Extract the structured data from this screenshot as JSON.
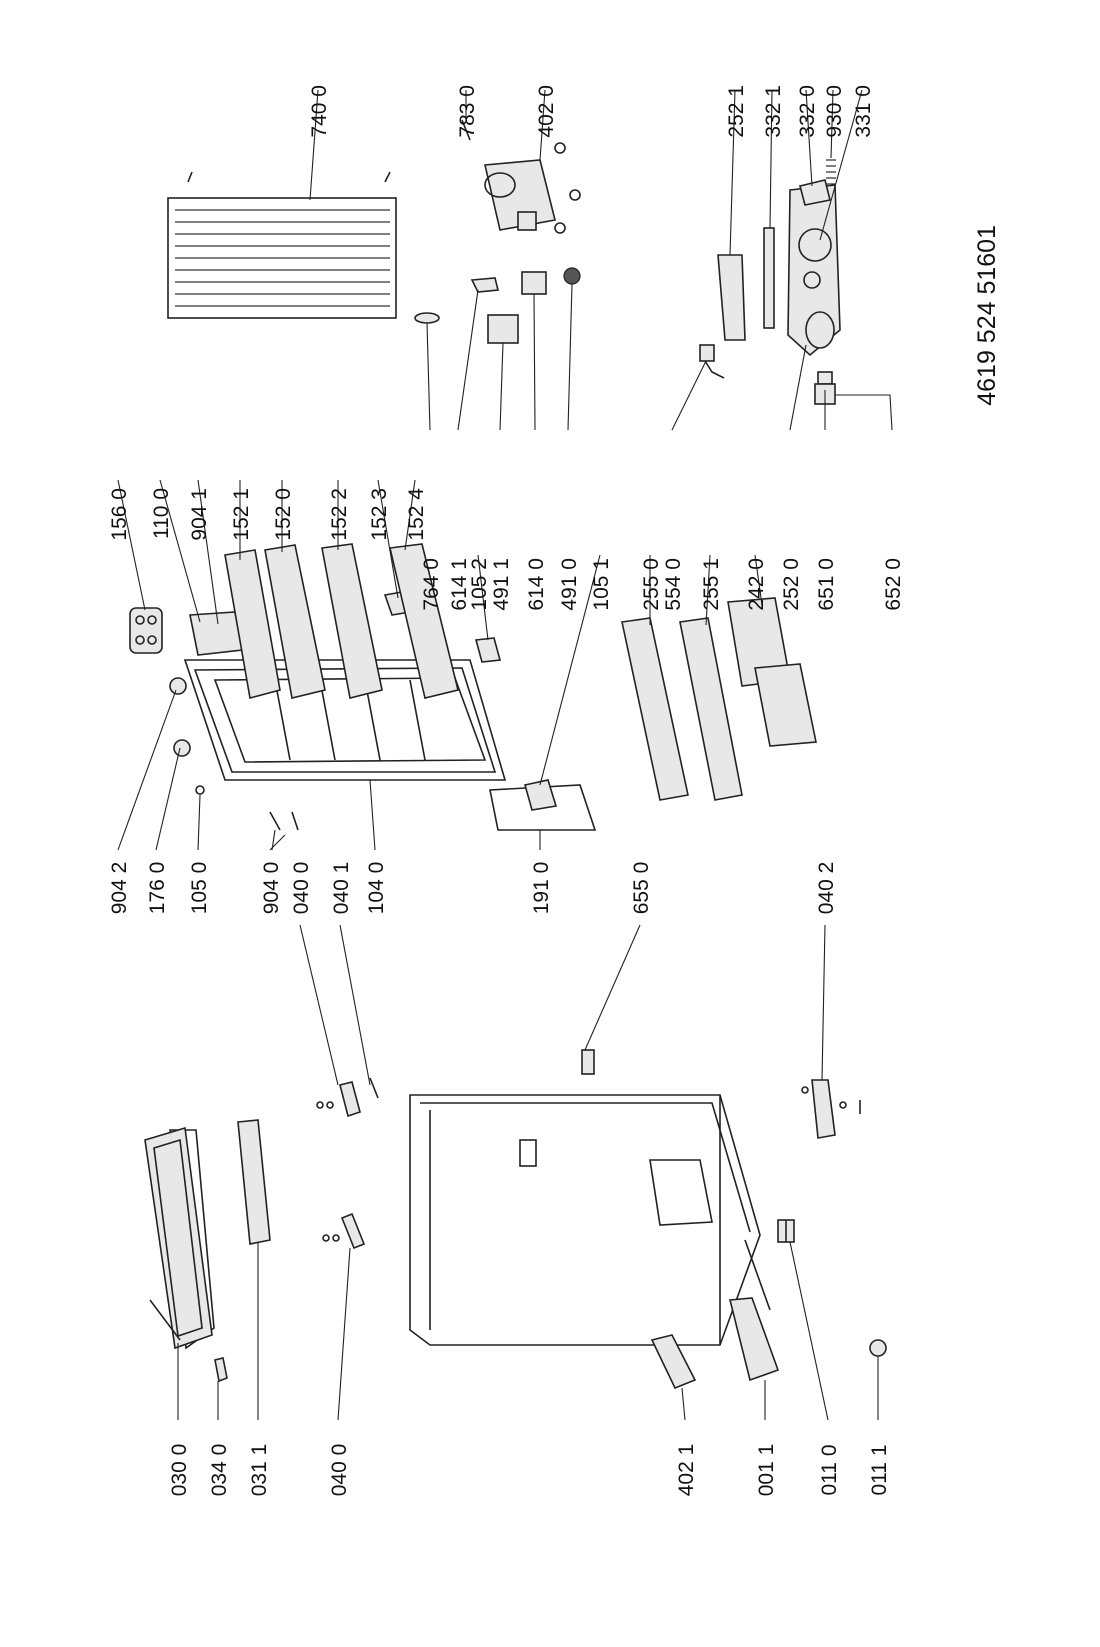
{
  "document_code": "4619 524 51601",
  "labels": {
    "l_0300": "030 0",
    "l_0340": "034 0",
    "l_0311": "031 1",
    "l_0400a": "040 0",
    "l_4021": "402 1",
    "l_0011": "001 1",
    "l_0110": "011 0",
    "l_0111": "011 1",
    "l_9042": "904 2",
    "l_1760": "176 0",
    "l_1050": "105 0",
    "l_9040": "904 0",
    "l_0400b": "040 0",
    "l_0401": "040 1",
    "l_1040": "104 0",
    "l_1910": "191 0",
    "l_6550": "655 0",
    "l_0402": "040 2",
    "l_1560": "156 0",
    "l_1100": "110 0",
    "l_9041": "904 1",
    "l_1521": "152 1",
    "l_1520": "152 0",
    "l_1522": "152 2",
    "l_1523": "152 3",
    "l_1524": "152 4",
    "l_7640": "764 0",
    "l_6141": "614 1",
    "l_1052": "105 2",
    "l_4911": "491 1",
    "l_6140": "614 0",
    "l_4910": "491 0",
    "l_1051": "105 1",
    "l_2550": "255 0",
    "l_5540": "554 0",
    "l_2551": "255 1",
    "l_2420": "242 0",
    "l_2520": "252 0",
    "l_6510": "651 0",
    "l_6520": "652 0",
    "l_7400": "740 0",
    "l_7830": "783 0",
    "l_4020": "402 0",
    "l_2521": "252 1",
    "l_3321": "332 1",
    "l_3320": "332 0",
    "l_9300": "930 0",
    "l_3310": "331 0"
  }
}
